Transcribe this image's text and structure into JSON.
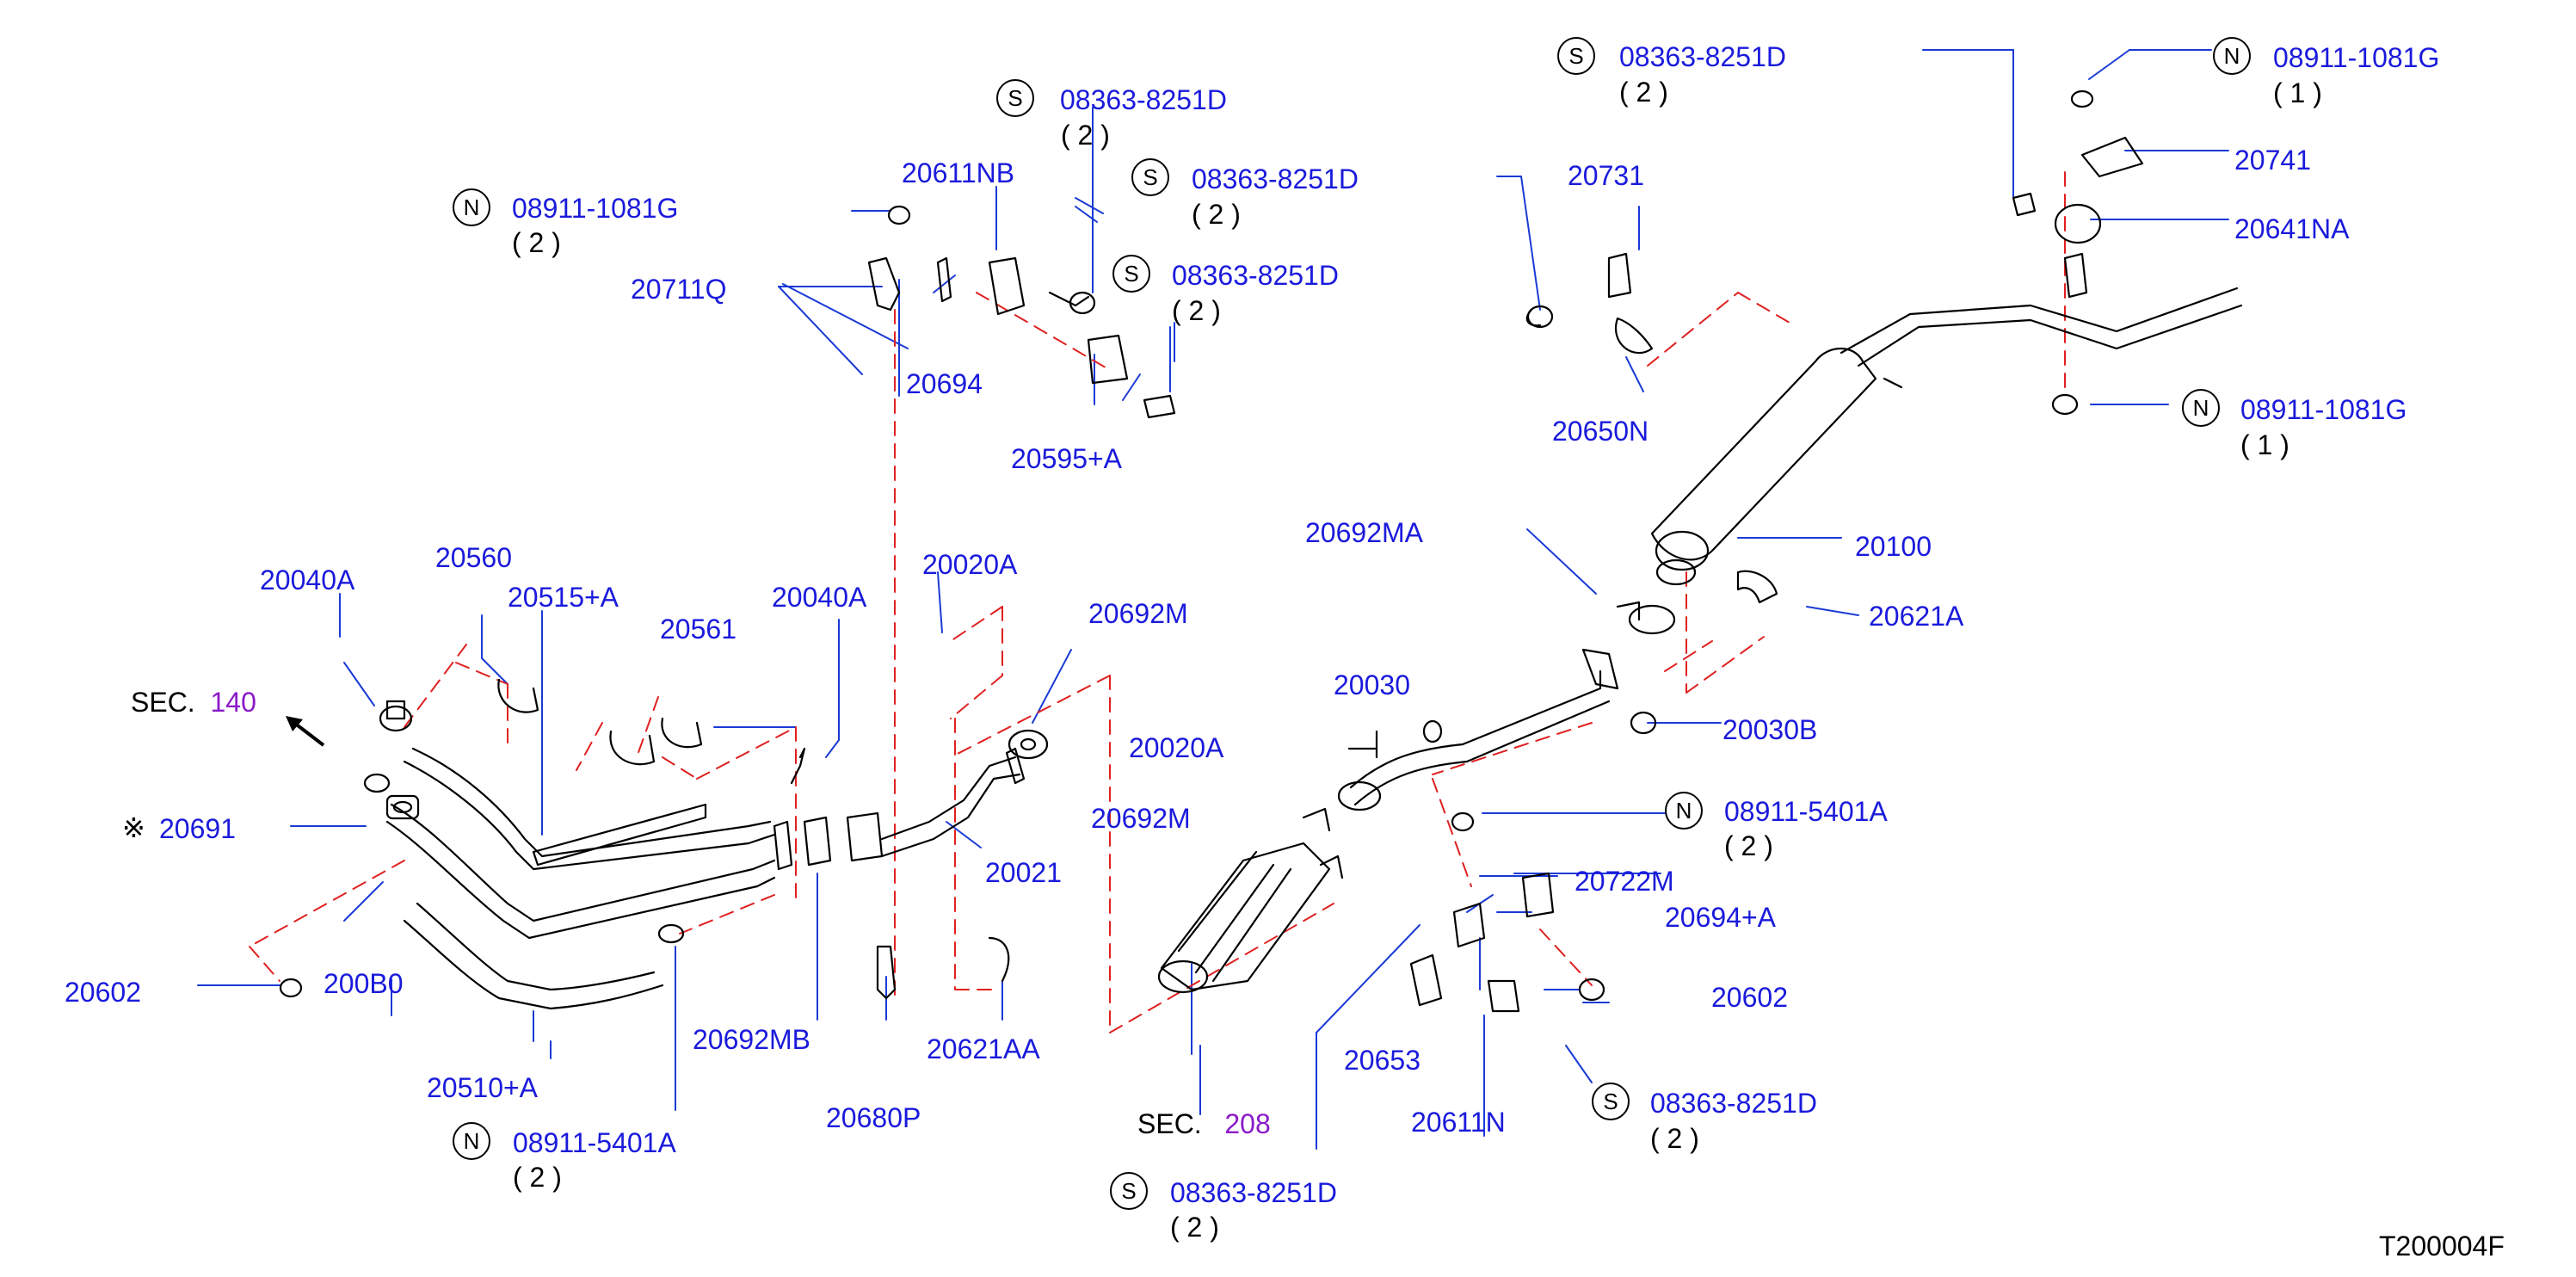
{
  "diagram": {
    "ref_code": "T200004F",
    "sec_prefix": "SEC.",
    "sec_140": "140",
    "sec_208": "208",
    "note_mark": "※",
    "fasteners": {
      "s_label": "S",
      "n_label": "N",
      "s_08363": "08363-8251D",
      "n_08911_1081": "08911-1081G",
      "n_08911_5401": "08911-5401A",
      "qty_2": "( 2 )",
      "qty_1": "( 1 )"
    },
    "parts": {
      "p20711Q": "20711Q",
      "p20611NB": "20611NB",
      "p20694": "20694",
      "p20595A": "20595+A",
      "p20731": "20731",
      "p20650N": "20650N",
      "p20741": "20741",
      "p20641NA": "20641NA",
      "p20692MA": "20692MA",
      "p20100": "20100",
      "p20621A": "20621A",
      "p20040A_l": "20040A",
      "p20560": "20560",
      "p20515A": "20515+A",
      "p20561": "20561",
      "p20040A_c": "20040A",
      "p20020A_t": "20020A",
      "p20692M_t": "20692M",
      "p20030": "20030",
      "p20030B": "20030B",
      "p20020A_m": "20020A",
      "p20692M_m": "20692M",
      "p20691": "20691",
      "p20021": "20021",
      "p20722M": "20722M",
      "p20694A": "20694+A",
      "p20602_l": "20602",
      "p200B0": "200B0",
      "p20602_r": "20602",
      "p20692MB": "20692MB",
      "p20621AA": "20621AA",
      "p20653": "20653",
      "p20510A": "20510+A",
      "p20611N": "20611N",
      "p20680P": "20680P"
    }
  }
}
